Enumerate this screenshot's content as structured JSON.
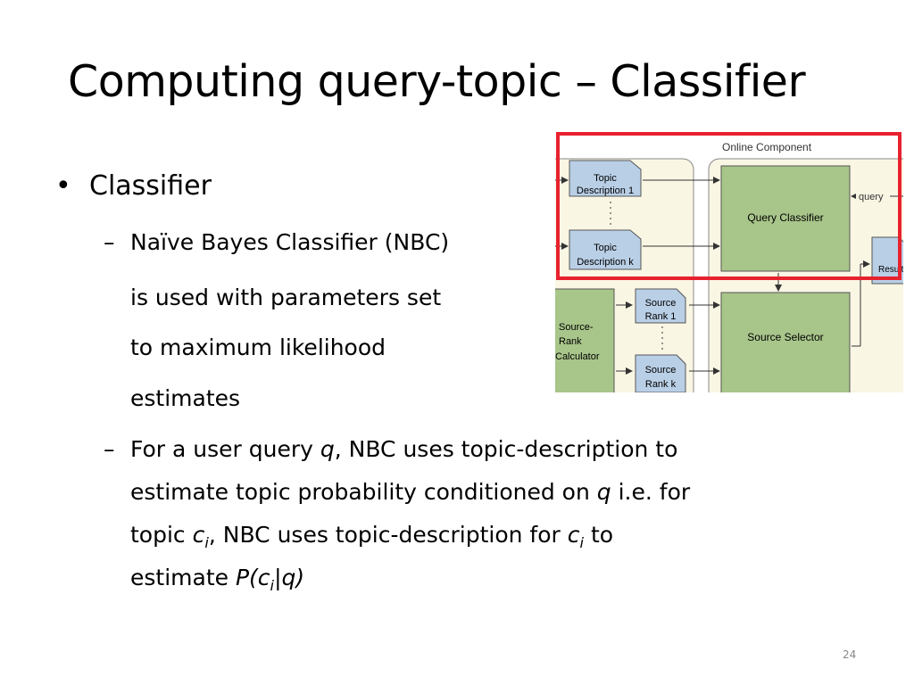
{
  "slide": {
    "title": "Computing query-topic – Classifier",
    "bullet1": "Classifier",
    "sub1_lines": [
      "Naïve Bayes Classifier (NBC)",
      "is used with parameters set",
      "to maximum likelihood",
      "estimates"
    ],
    "sub2": {
      "l1_a": "For a user query ",
      "l1_q": "q",
      "l1_b": ", NBC uses topic-description to",
      "l2_a": "estimate topic probability conditioned on ",
      "l2_q": "q",
      "l2_b": " i.e. for",
      "l3_a": "topic ",
      "l3_c": "c",
      "l3_i": "i",
      "l3_b": ", NBC uses topic-description for ",
      "l3_c2": "c",
      "l3_i2": "i",
      "l3_e": " to",
      "l4_a": "estimate ",
      "l4_p": "P(c",
      "l4_i": "i",
      "l4_q": "|q)"
    },
    "page_number": "24"
  },
  "diagram": {
    "online_component": "Online Component",
    "topic_desc_1": [
      "Topic",
      "Description 1"
    ],
    "topic_desc_k": [
      "Topic",
      "Description k"
    ],
    "query_classifier": "Query Classifier",
    "query": "query",
    "results": "Results",
    "source_rank_1": [
      "Source",
      "Rank 1"
    ],
    "source_rank_k": [
      "Source",
      "Rank k"
    ],
    "source_rank_calculator": [
      "Source-",
      "Rank",
      "Calculator"
    ],
    "source_selector": "Source Selector",
    "highlight_color": "#e8212e",
    "box_green": "#a8c58a",
    "doc_blue": "#b9cfe6",
    "panel_bg": "#faf6e4"
  }
}
